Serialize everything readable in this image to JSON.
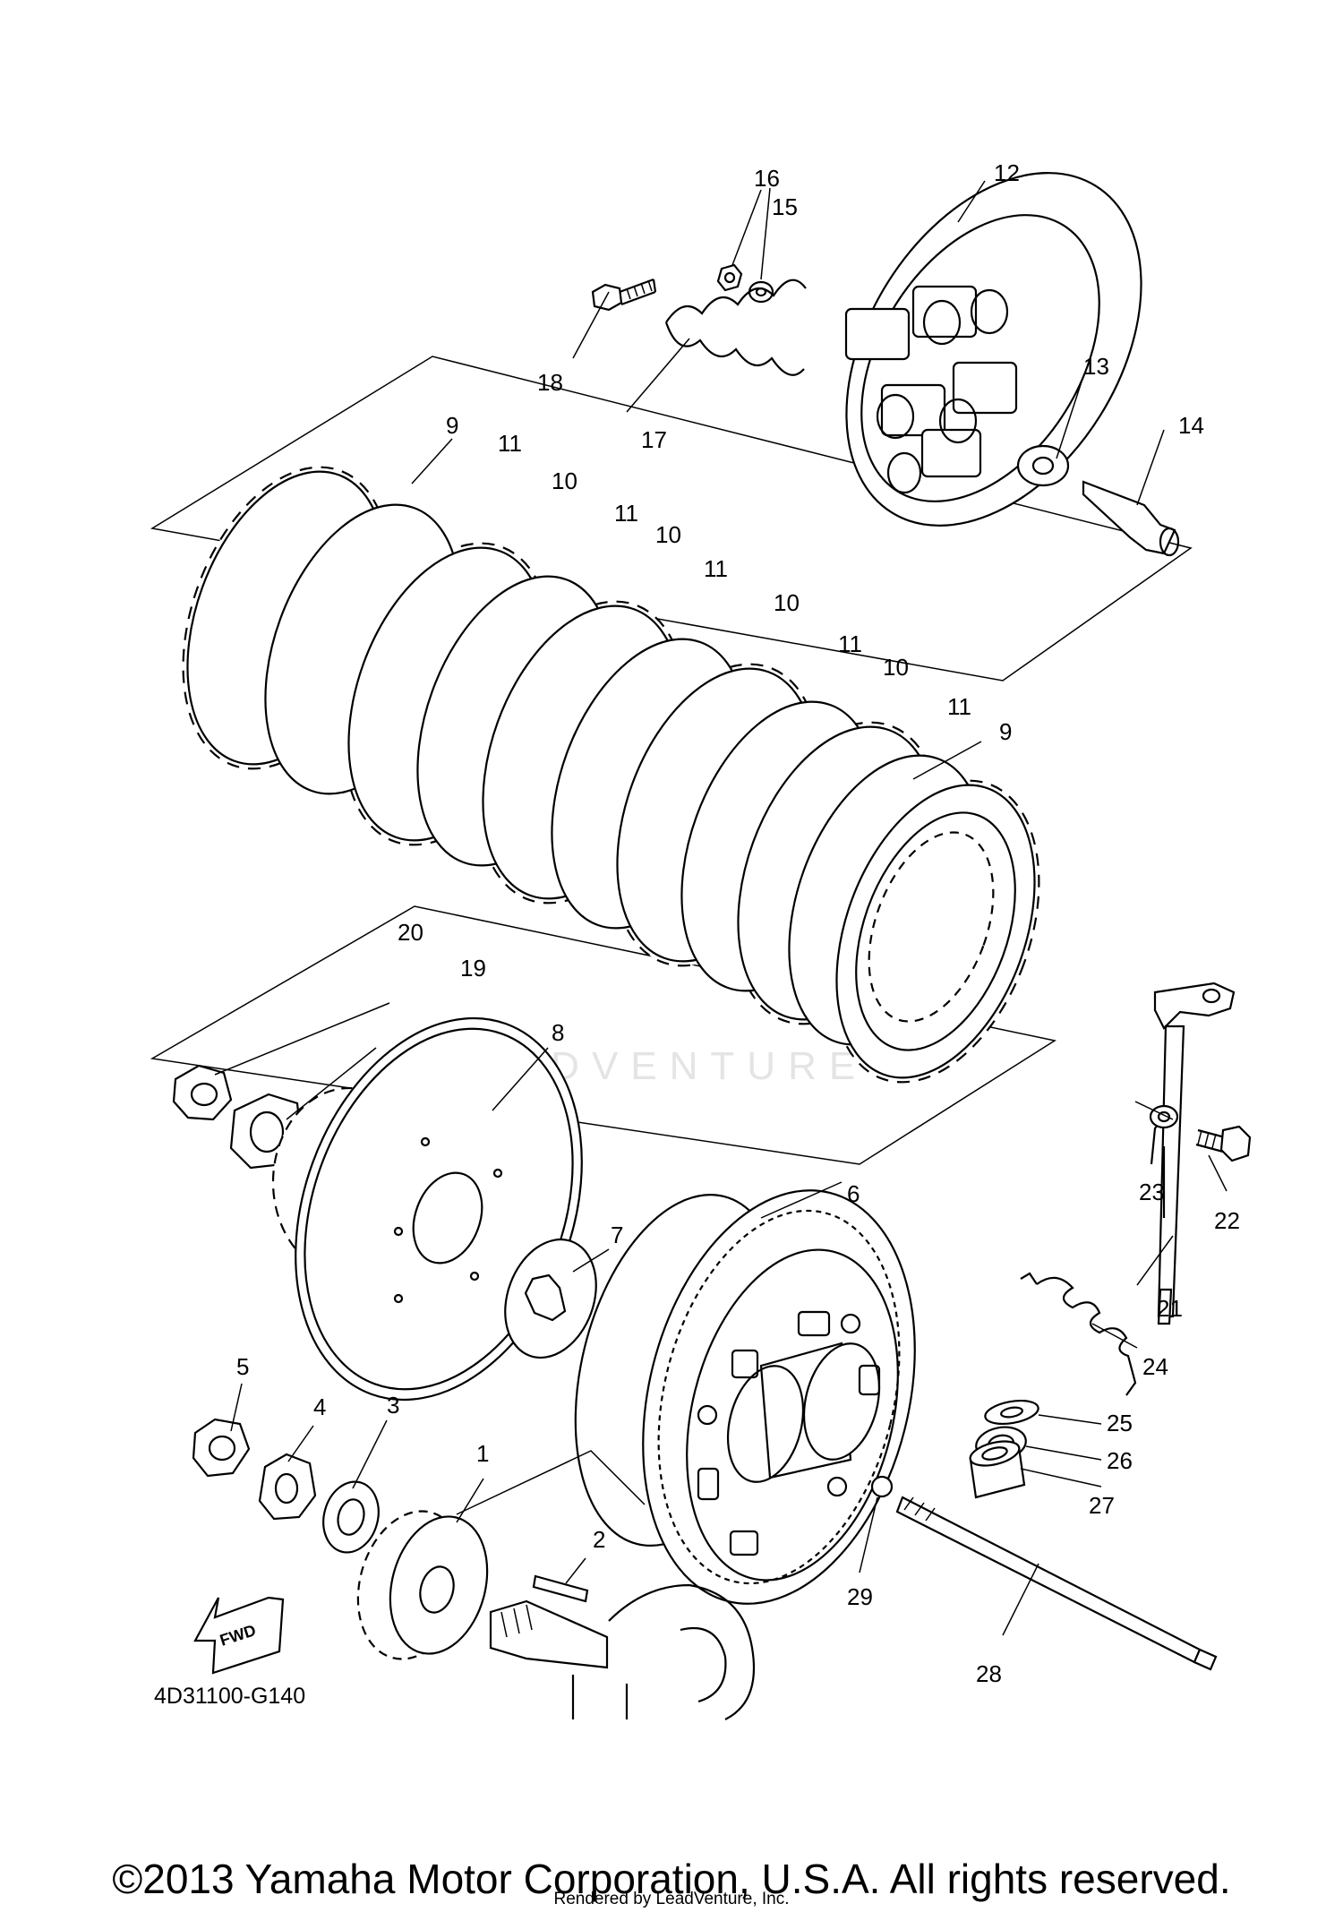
{
  "diagram": {
    "code": "4D31100-G140",
    "fwd_label": "FWD",
    "watermark": "LEADVENTURE",
    "copyright": "©2013 Yamaha Motor Corporation, U.S.A. All rights reserved.",
    "rendered_by": "Rendered by LeadVenture, Inc.",
    "callouts": [
      "1",
      "2",
      "3",
      "4",
      "5",
      "6",
      "7",
      "8",
      "9",
      "9",
      "10",
      "10",
      "10",
      "10",
      "11",
      "11",
      "11",
      "11",
      "11",
      "12",
      "13",
      "14",
      "15",
      "16",
      "17",
      "18",
      "19",
      "20",
      "21",
      "22",
      "23",
      "24",
      "25",
      "26",
      "27",
      "28",
      "29"
    ]
  }
}
